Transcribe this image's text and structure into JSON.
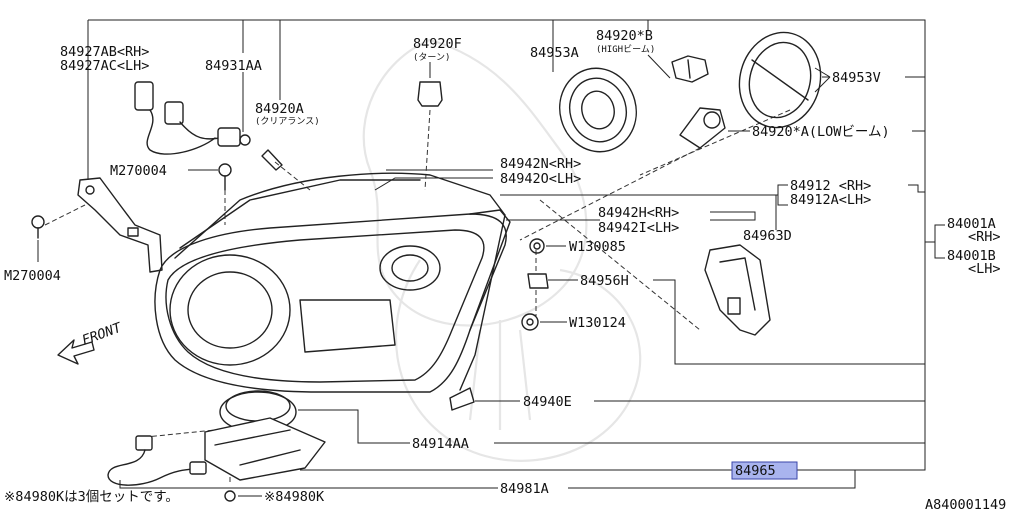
{
  "diagram_id": "A840001149",
  "front_label": "FRONT",
  "highlighted_part": "84965",
  "labels": {
    "p84927ab": "84927AB<RH>",
    "p84927ac": "84927AC<LH>",
    "p84931aa": "84931AA",
    "p84920f": "84920F",
    "p84920f_sub": "(ターン)",
    "p84953a": "84953A",
    "p84920b": "84920*B",
    "p84920b_sub": "(HIGHビーム)",
    "p84953v": "84953V",
    "p84920a": "84920A",
    "p84920a_sub": "(クリアランス)",
    "p84920a_low": "84920*A(LOWビーム)",
    "m270004_top": "M270004",
    "m270004_bottom": "M270004",
    "p84942n": "84942N<RH>",
    "p84942o": "84942O<LH>",
    "p84912": "84912 <RH>",
    "p84912a": "84912A<LH>",
    "p84942h": "84942H<RH>",
    "p84942i": "84942I<LH>",
    "p84963d": "84963D",
    "p84001a": "84001A",
    "p84001a_sub": "<RH>",
    "p84001b": "84001B",
    "p84001b_sub": "<LH>",
    "w130085": "W130085",
    "p84956h": "84956H",
    "w130124": "W130124",
    "p84940e": "84940E",
    "p84914aa": "84914AA",
    "p84965": "84965",
    "p84981a": "84981A",
    "p84980k": "※84980K",
    "footnote": "※84980Kは3個セットです。"
  }
}
